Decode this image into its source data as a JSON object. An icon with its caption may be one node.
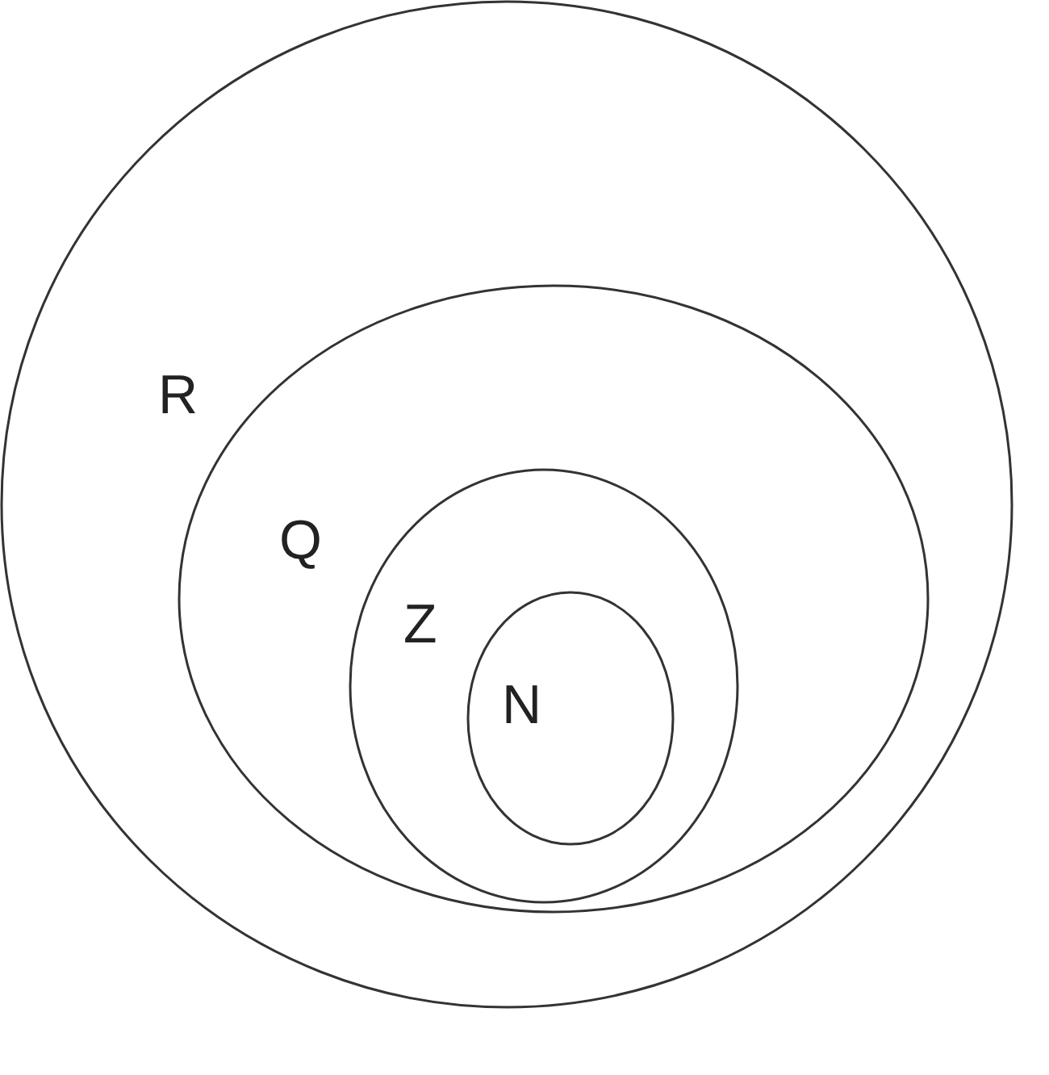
{
  "diagram": {
    "nodes": [
      {
        "text": [
          "R"
        ]
      },
      {
        "text": [
          "Q"
        ],
        "in": 0
      },
      {
        "text": [
          "Z"
        ],
        "in": 1
      },
      {
        "text": [
          "N"
        ],
        "in": 2
      }
    ]
  }
}
